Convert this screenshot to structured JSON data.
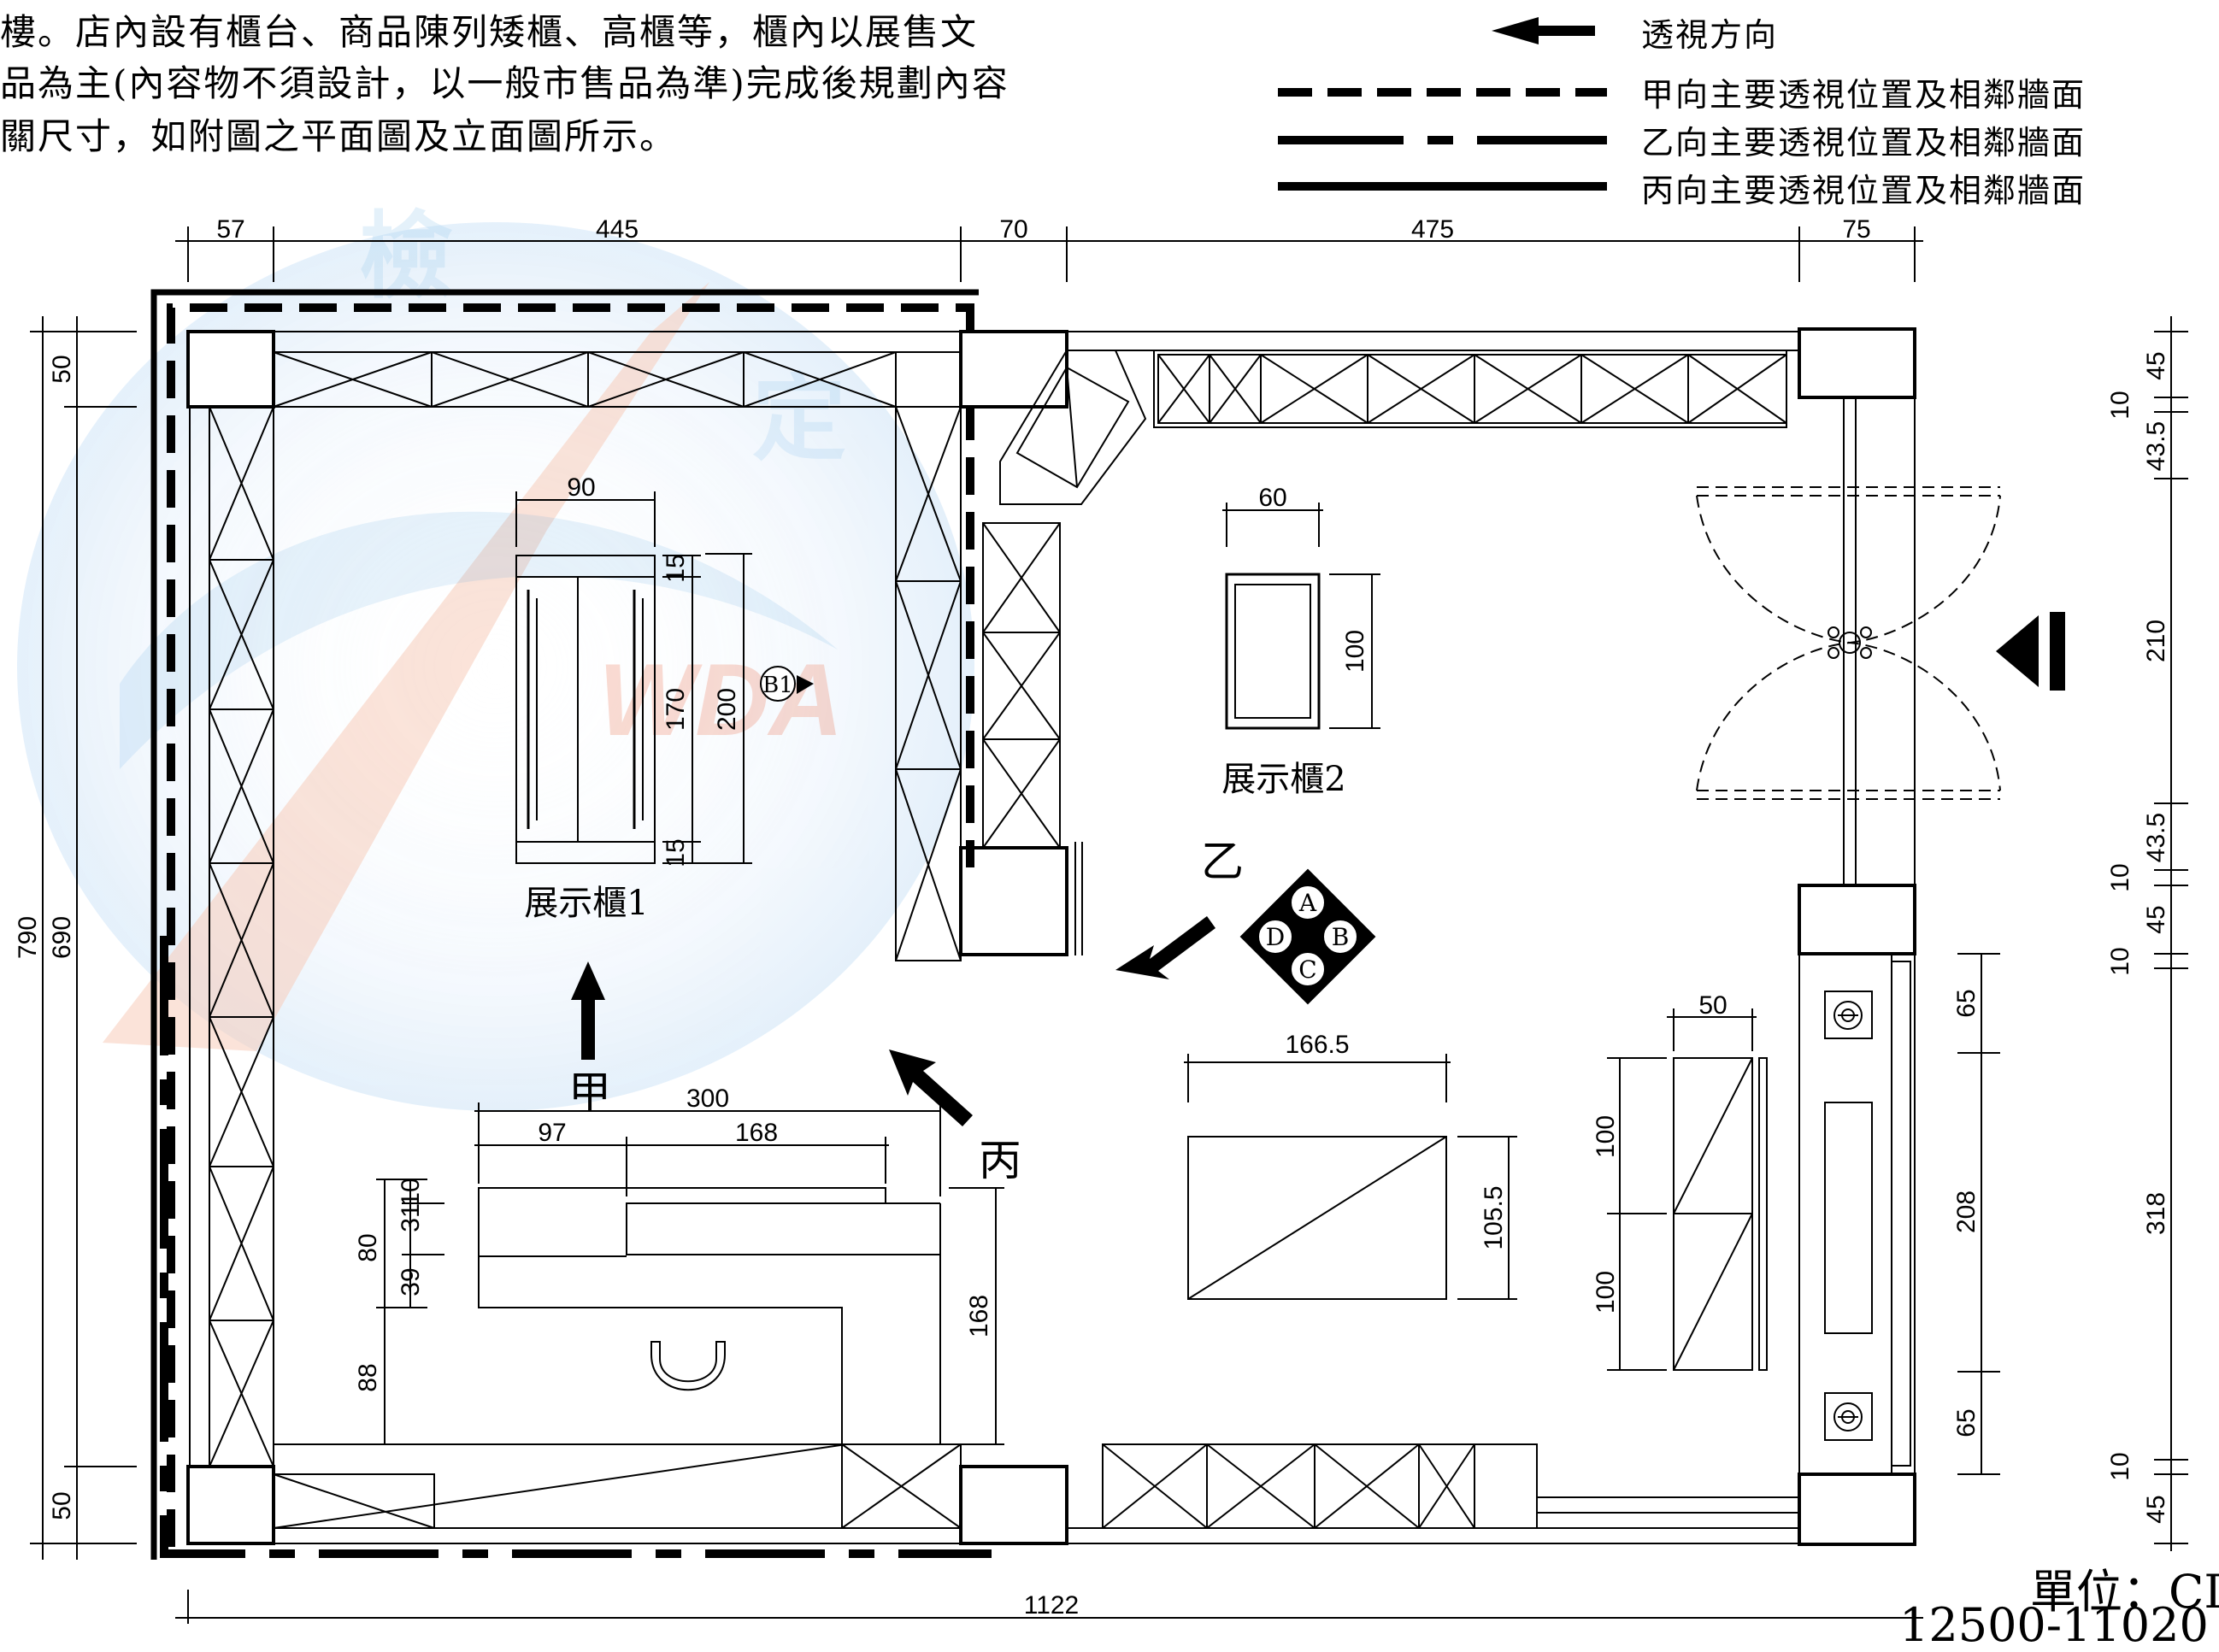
{
  "header_text": {
    "line1": "樓。店內設有櫃台、商品陳列矮櫃、高櫃等，櫃內以展售文",
    "line2": "品為主(內容物不須設計，以一般市售品為準)完成後規劃內容",
    "line3": "關尺寸，如附圖之平面圖及立面圖所示。"
  },
  "legend": {
    "arrow": "透視方向",
    "dashed": "甲向主要透視位置及相鄰牆面",
    "dash_dot": "乙向主要透視位置及相鄰牆面",
    "solid": "丙向主要透視位置及相鄰牆面"
  },
  "dimensions": {
    "top": [
      "57",
      "445",
      "70",
      "475",
      "75"
    ],
    "left_outer": "790",
    "left_inner": "690",
    "left_top": "50",
    "left_bottom": "50",
    "bottom_total": "1122",
    "right": [
      "45",
      "10",
      "43.5",
      "210",
      "43.5",
      "10",
      "45",
      "10",
      "318",
      "10",
      "45"
    ],
    "inner_right": [
      "65",
      "208",
      "65"
    ],
    "cab1": {
      "width": "90",
      "inner": "170",
      "outer": "200",
      "top": "15",
      "bottom": "15"
    },
    "cab2": {
      "width": "60",
      "height": "100"
    },
    "table": {
      "width": "166.5",
      "height": "105.5"
    },
    "low_cab": {
      "width": "50",
      "h1": "100",
      "h2": "100"
    },
    "counter": {
      "total": "300",
      "a": "97",
      "b": "168",
      "h168": "168",
      "v80": "80",
      "v39": "39",
      "v31": "31",
      "v10": "10",
      "v88": "88"
    }
  },
  "labels": {
    "cab1": "展示櫃1",
    "cab2": "展示櫃2",
    "dir_jia": "甲",
    "dir_yi": "乙",
    "dir_bing": "丙",
    "marker_b1": "B1",
    "compass": [
      "A",
      "B",
      "C",
      "D"
    ]
  },
  "unit_label": "單位：CI",
  "bottom_code": "12500-11020",
  "watermark": [
    "檢",
    "定",
    "WDA"
  ],
  "colors": {
    "line": "#000000",
    "watermark_blue": "#2a8fd8",
    "watermark_red": "#e8603a"
  }
}
